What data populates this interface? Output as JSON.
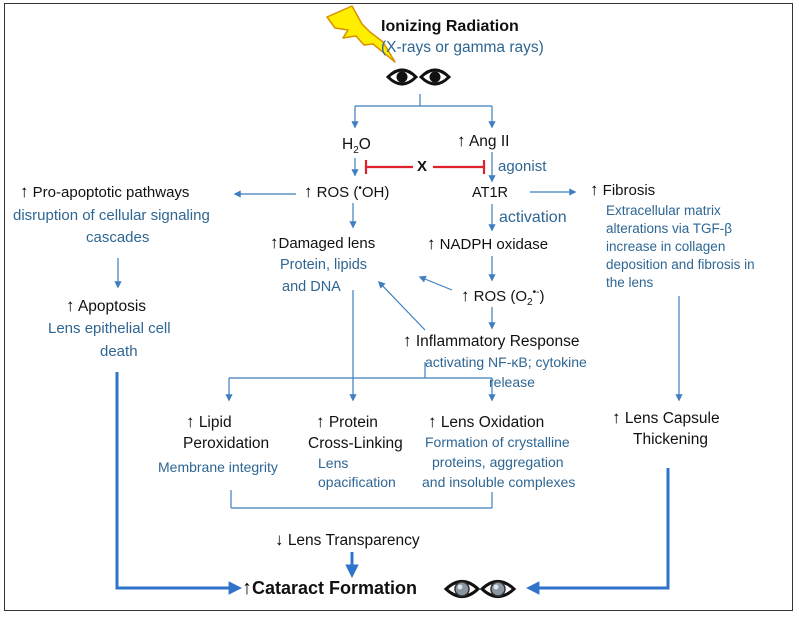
{
  "source": {
    "title": "Ionizing Radiation",
    "subtitle": "(X-rays or gamma rays)"
  },
  "arrows": {
    "up": "🠕",
    "down": "🠗",
    "up_plain": "↑",
    "down_plain": "↓"
  },
  "h2o": {
    "label": "H",
    "sub": "2",
    "tail": "O"
  },
  "ang": {
    "label": "Ang II"
  },
  "inhibit": {
    "label": "X"
  },
  "agonist": {
    "label": "agonist"
  },
  "ros_oh": {
    "label": "ROS (",
    "dot": "•",
    "tail": "OH)"
  },
  "at1r": {
    "label": "AT1R"
  },
  "activation": {
    "label": "activation"
  },
  "pro_apoptotic": {
    "label": "Pro-apoptotic pathways",
    "detail_line1": "disruption of cellular signaling",
    "detail_line2": "cascades"
  },
  "apoptosis": {
    "label": "Apoptosis",
    "detail_line1": "Lens epithelial cell",
    "detail_line2": "death"
  },
  "damaged_lens": {
    "label": "Damaged lens",
    "detail_line1": "Protein, lipids",
    "detail_line2": "and DNA"
  },
  "nadph": {
    "label": "NADPH oxidase"
  },
  "ros_o2": {
    "label": "ROS (O",
    "sub": "2",
    "dot": "•",
    "sup": "-",
    "tail": ")"
  },
  "inflammatory": {
    "label": "Inflammatory Response",
    "detail_line1": "activating NF-κB; cytokine",
    "detail_line2": "release"
  },
  "fibrosis": {
    "label": "Fibrosis",
    "detail_line1": "Extracellular matrix",
    "detail_line2": "alterations via TGF-β",
    "detail_line3": "increase in collagen",
    "detail_line4": "deposition and fibrosis in",
    "detail_line5": "the lens"
  },
  "lipid": {
    "label_line1": "Lipid",
    "label_line2": "Peroxidation",
    "detail": "Membrane integrity"
  },
  "crosslink": {
    "label_line1": "Protein",
    "label_line2": "Cross-Linking",
    "detail_line1": "Lens",
    "detail_line2": "opacification"
  },
  "oxidation": {
    "label": "Lens Oxidation",
    "detail_line1": "Formation of crystalline",
    "detail_line2": "proteins, aggregation",
    "detail_line3": "and insoluble complexes"
  },
  "capsule": {
    "label_line1": "Lens Capsule",
    "label_line2": "Thickening"
  },
  "transparency": {
    "label": "Lens Transparency"
  },
  "cataract": {
    "label": "Cataract Formation"
  },
  "colors": {
    "blue_text": "#2e6693",
    "arrow_blue": "#3f7fc0",
    "thick_blue": "#2f74c8",
    "inhibit_red": "#e0202a",
    "lightning_fill": "#ffee00",
    "lightning_stroke": "#d89000"
  }
}
